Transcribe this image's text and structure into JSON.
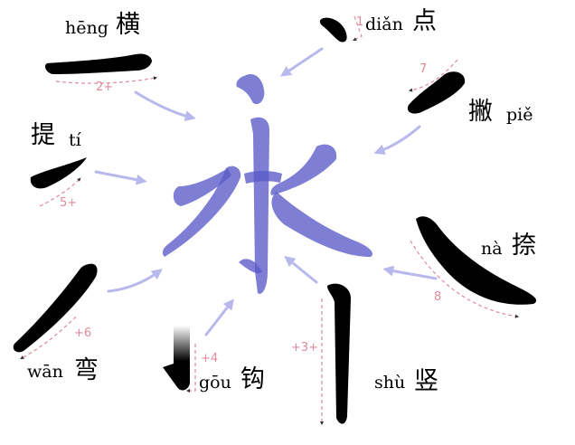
{
  "strokes": [
    {
      "id": "dian",
      "pinyin": "diǎn",
      "hanzi": "点",
      "order": "1"
    },
    {
      "id": "heng",
      "pinyin": "hēng",
      "hanzi": "横",
      "order": "2+"
    },
    {
      "id": "shu",
      "pinyin": "shù",
      "hanzi": "竖",
      "order": "+3+"
    },
    {
      "id": "gou",
      "pinyin": "gōu",
      "hanzi": "钩",
      "order": "+4"
    },
    {
      "id": "ti",
      "pinyin": "tí",
      "hanzi": "提",
      "order": "5+"
    },
    {
      "id": "wan",
      "pinyin": "wān",
      "hanzi": "弯",
      "order": "+6"
    },
    {
      "id": "pie",
      "pinyin": "piě",
      "hanzi": "撇",
      "order": "7"
    },
    {
      "id": "na",
      "pinyin": "nà",
      "hanzi": "捺",
      "order": "8"
    }
  ],
  "colors": {
    "central": "#5a5ac8",
    "arrow": "#b8b8ec",
    "guide": "#e08a9a",
    "ink": "#000000"
  }
}
